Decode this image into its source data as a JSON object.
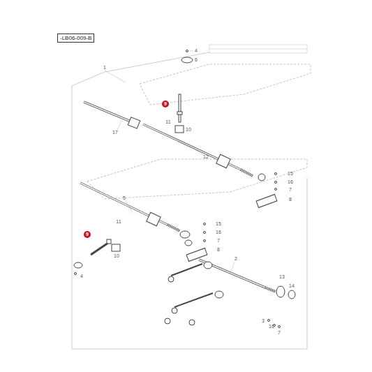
{
  "diagram": {
    "nodes": [
      {
        "text": [
          "-LB06-009-B"
        ]
      }
    ],
    "labels": [
      "4",
      "6",
      "1",
      "9",
      "17",
      "11",
      "10",
      "12",
      "15",
      "16",
      "7",
      "8",
      "5",
      "11",
      "15",
      "16",
      "7",
      "9",
      "8",
      "10",
      "4",
      "2",
      "13",
      "14",
      "3",
      "16",
      "7"
    ]
  }
}
